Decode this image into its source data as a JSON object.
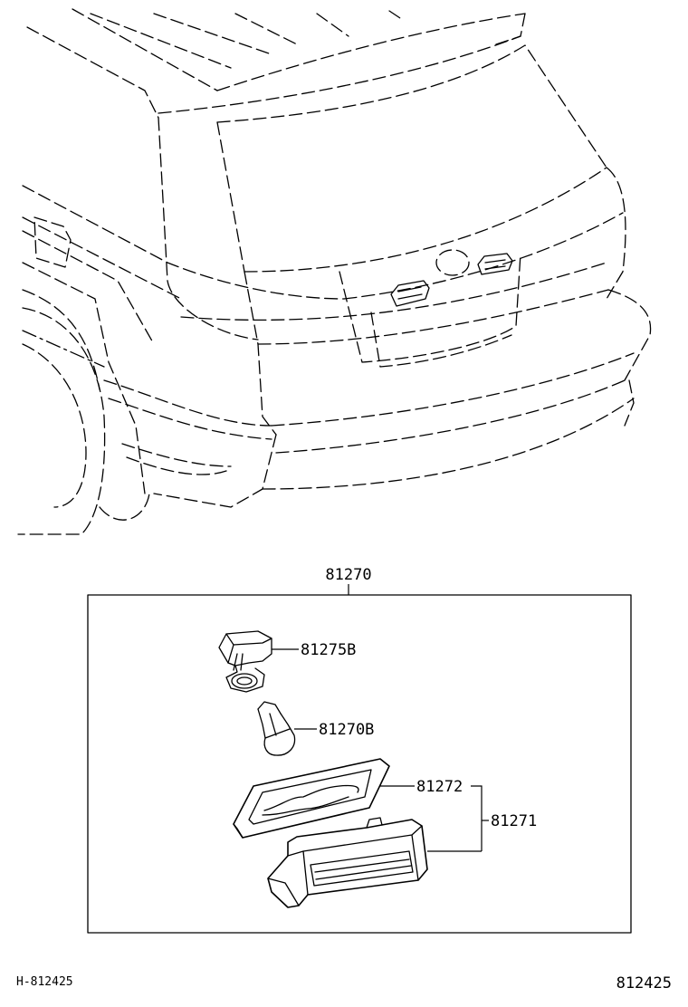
{
  "callouts": {
    "assembly": "81270",
    "socket": "81275B",
    "bulb": "81270B",
    "lens": "81272",
    "lamp": "81271"
  },
  "footer": {
    "left_code": "H-812425",
    "right_code": "812425"
  }
}
